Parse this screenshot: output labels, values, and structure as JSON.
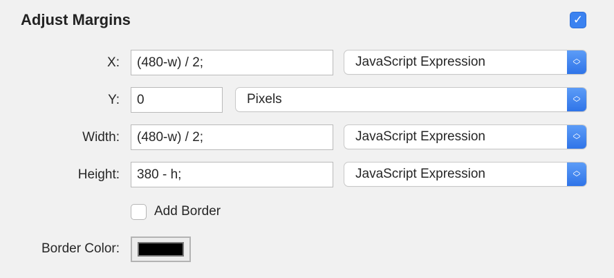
{
  "title": "Adjust Margins",
  "enabled": true,
  "rows": [
    {
      "label": "X:",
      "value": "(480-w) / 2;",
      "unit": "JavaScript Expression"
    },
    {
      "label": "Y:",
      "value": "0",
      "unit": "Pixels"
    },
    {
      "label": "Width:",
      "value": "(480-w) / 2;",
      "unit": "JavaScript Expression"
    },
    {
      "label": "Height:",
      "value": "380 - h;",
      "unit": "JavaScript Expression"
    }
  ],
  "add_border": {
    "label": "Add Border",
    "checked": false
  },
  "border_color": {
    "label": "Border Color:",
    "color": "#000000"
  },
  "icons": {
    "check": "checkmark-icon",
    "stepper": "up-down-chevron-icon"
  },
  "accent": "#3b82f0"
}
